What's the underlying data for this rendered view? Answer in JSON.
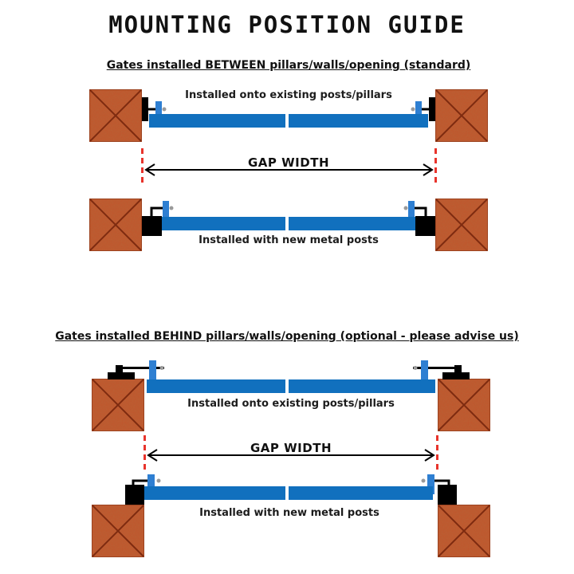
{
  "title": "MOUNTING POSITION GUIDE",
  "colors": {
    "gate_blue": "#1170be",
    "hinge_blue": "#2e7fd2",
    "hinge_dot_gray": "#9a9a9a",
    "brick_orange": "#c1562c",
    "brick_dark": "#7e2b10",
    "metal_black": "#000000",
    "gap_red": "#e8342c",
    "text_dark": "#1a1a1a"
  },
  "between": {
    "heading": "Gates installed BETWEEN pillars/walls/opening (standard)",
    "existing_label": "Installed onto existing posts/pillars",
    "gap_label": "GAP WIDTH",
    "new_posts_label": "Installed with new metal posts"
  },
  "behind": {
    "heading": "Gates installed BEHIND pillars/walls/opening (optional - please advise us)",
    "existing_label": "Installed onto existing posts/pillars",
    "gap_label": "GAP WIDTH",
    "new_posts_label": "Installed with new metal posts"
  }
}
